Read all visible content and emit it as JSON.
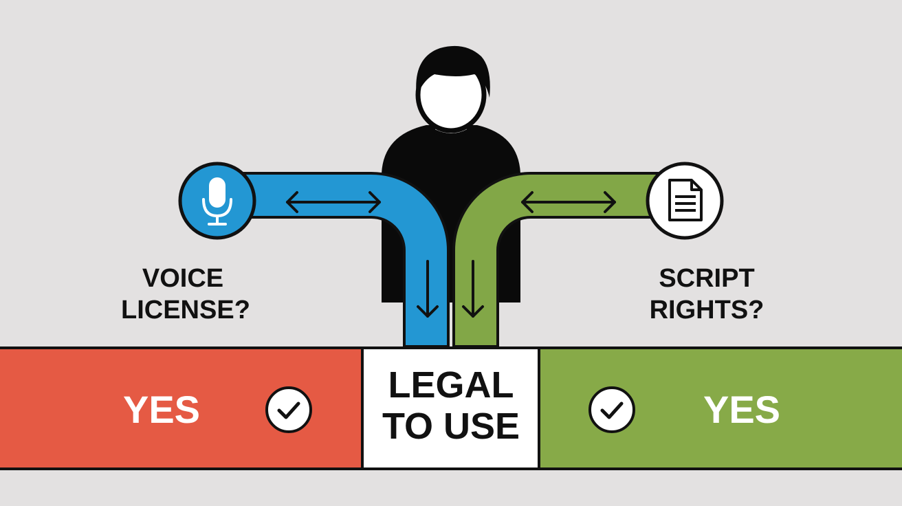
{
  "left_question": {
    "line1": "VOICE",
    "line2": "LICENSE?"
  },
  "right_question": {
    "line1": "SCRIPT",
    "line2": "RIGHTS?"
  },
  "left_answer": "YES",
  "right_answer": "YES",
  "result": {
    "line1": "LEGAL",
    "line2": "TO USE"
  },
  "colors": {
    "background": "#e3e1e1",
    "left_path": "#2397d3",
    "right_path": "#82a747",
    "left_bar": "#e55a44",
    "right_bar": "#87aa48",
    "center_box": "#ffffff",
    "outline": "#111111"
  },
  "icons": {
    "person": "person-silhouette-icon",
    "left": "microphone-icon",
    "right": "document-icon",
    "check": "checkmark-icon",
    "arrows": "double-arrow-icon"
  }
}
